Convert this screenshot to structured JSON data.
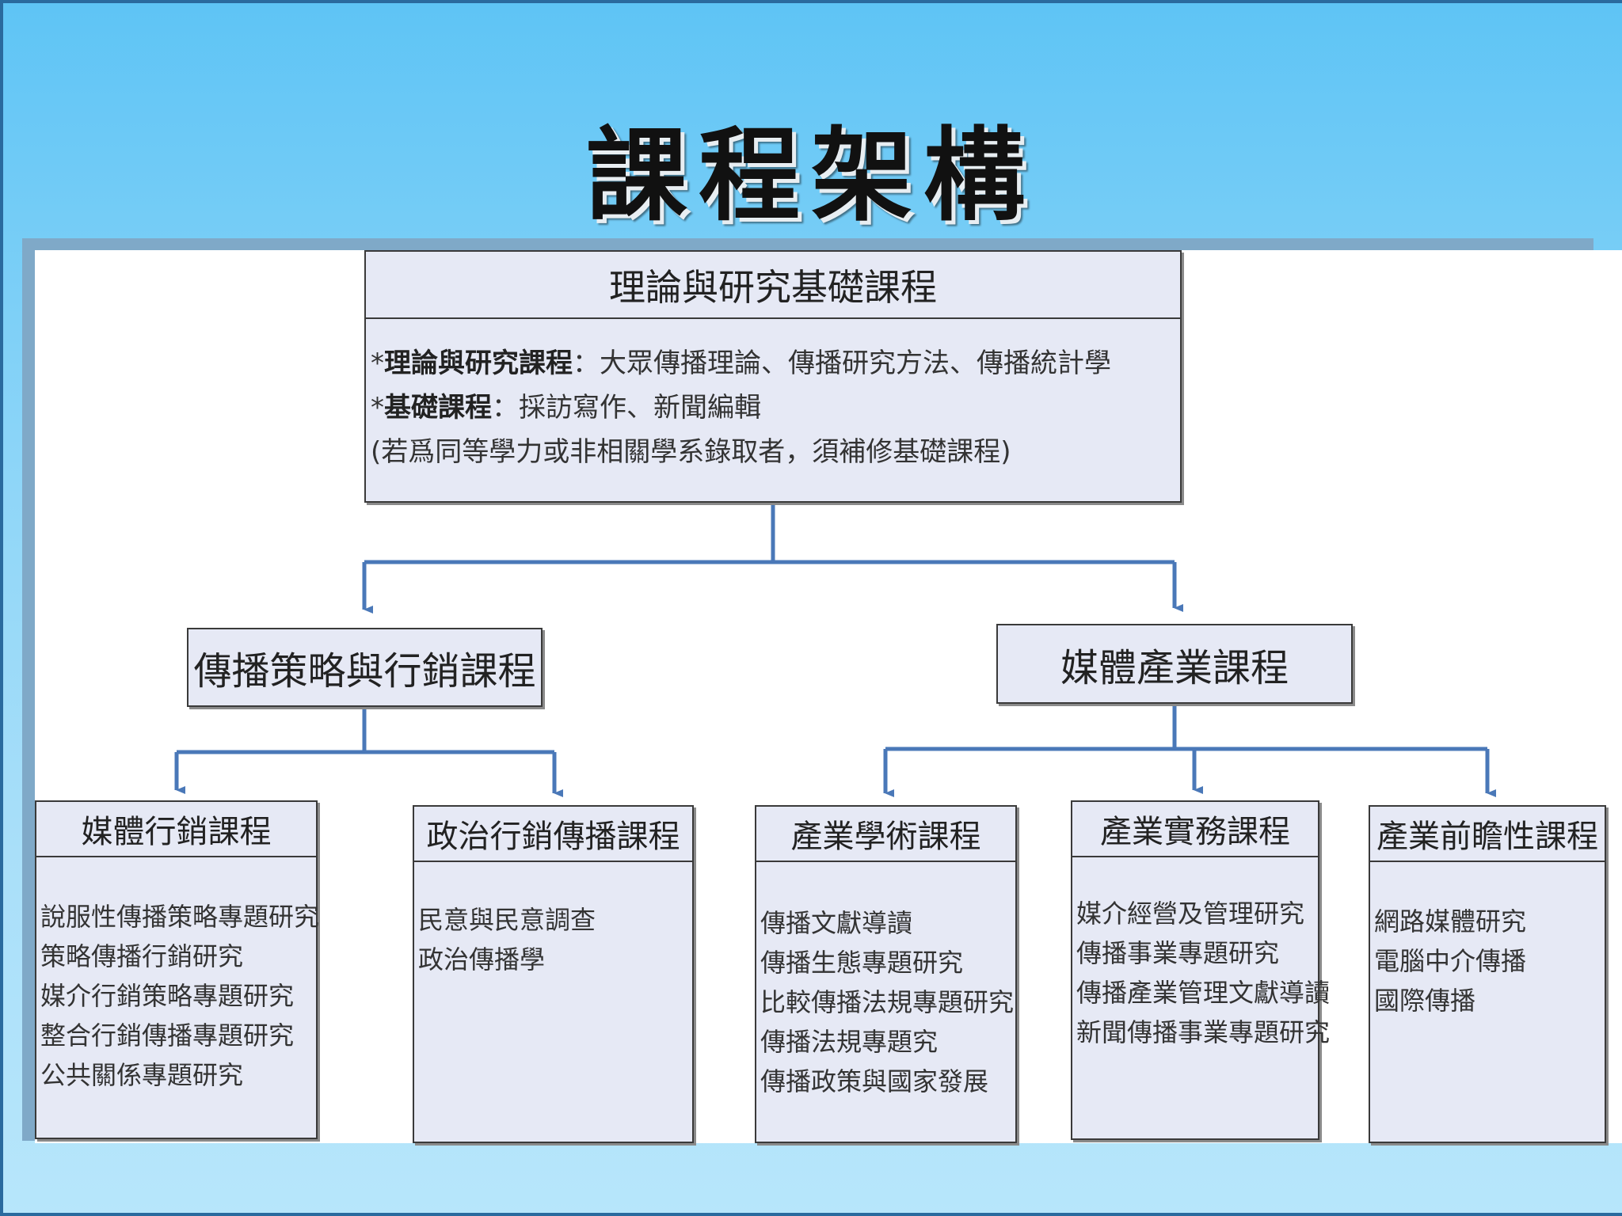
{
  "title": "課程架構",
  "root": {
    "header": "理論與研究基礎課程",
    "lines": [
      {
        "prefix": "*",
        "label": "理論與研究課程",
        "text": "：大眾傳播理論、傳播研究方法、傳播統計學"
      },
      {
        "prefix": "*",
        "label": "基礎課程",
        "text": "：採訪寫作、新聞編輯"
      },
      {
        "prefix": "",
        "label": "",
        "text": "(若爲同等學力或非相關學系錄取者，須補修基礎課程)"
      }
    ]
  },
  "branches": [
    {
      "label": "傳播策略與行銷課程"
    },
    {
      "label": "媒體產業課程"
    }
  ],
  "courses": [
    {
      "header": "媒體行銷課程",
      "items": [
        "說服性傳播策略專題研究",
        "策略傳播行銷研究",
        "媒介行銷策略專題研究",
        "整合行銷傳播專題研究",
        "公共關係專題研究"
      ]
    },
    {
      "header": "政治行銷傳播課程",
      "items": [
        "民意與民意調查",
        "政治傳播學"
      ]
    },
    {
      "header": "產業學術課程",
      "items": [
        "傳播文獻導讀",
        "傳播生態專題研究",
        "比較傳播法規專題研究",
        "傳播法規專題究",
        "傳播政策與國家發展"
      ]
    },
    {
      "header": "產業實務課程",
      "items": [
        "媒介經營及管理研究",
        "傳播事業專題研究",
        "傳播產業管理文獻導讀",
        "新聞傳播事業專題研究"
      ]
    },
    {
      "header": "產業前瞻性課程",
      "items": [
        "網路媒體研究",
        "電腦中介傳播",
        "國際傳播"
      ]
    }
  ],
  "colors": {
    "connector": "#4a78b8",
    "box_fill": "#e6e9f5",
    "border": "#3a3a3a",
    "background": "#8fd6f8"
  }
}
